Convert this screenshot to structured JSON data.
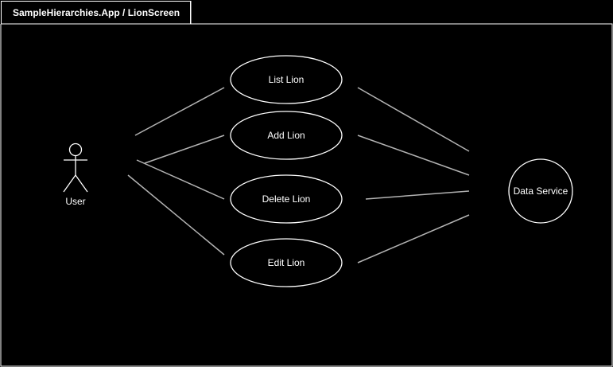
{
  "frame": {
    "title": "SampleHierarchies.App / LionScreen"
  },
  "actor": {
    "label": "User",
    "icon": "stick-figure-icon"
  },
  "use_cases": [
    {
      "label": "List Lion"
    },
    {
      "label": "Add Lion"
    },
    {
      "label": "Delete Lion"
    },
    {
      "label": "Edit Lion"
    }
  ],
  "service": {
    "label": "Data Service"
  },
  "colors": {
    "background": "#000000",
    "stroke": "#ffffff",
    "connector": "#b3b3b3"
  }
}
